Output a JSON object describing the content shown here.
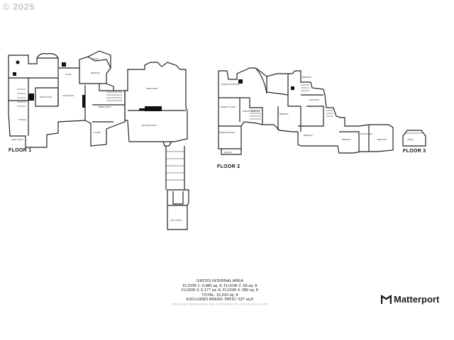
{
  "watermark": "© 2025",
  "floors": {
    "floor1": "FLOOR 1",
    "floor2": "FLOOR 2",
    "floor3": "FLOOR 3"
  },
  "rooms": {
    "office": "OFFICE",
    "bedroom": "BEDROOM",
    "foyer": "FOYER",
    "dining_room": "DINING ROOM",
    "living_room": "LIVING ROOM",
    "kitchen": "KITCHEN",
    "family_room": "FAMILY ROOM",
    "garden_room": "GARDEN ROOM",
    "lounge": "LOUNGE",
    "great_room": "GREAT ROOM",
    "billiards_room": "BILLIARDS ROOM",
    "pool_house": "POOL HOUSE",
    "primary_bathroom": "PRIMARY BATHROOM",
    "primary_closet": "PRIMARY CLOSET",
    "primary_bedroom": "PRIMARY BEDROOM",
    "primary_retreat": "PRIMARY RETREAT",
    "balcony": "BALCONY",
    "bathroom": "BATHROOM",
    "bonus_room": "BONUS ROOM"
  },
  "summary": {
    "title": "GROSS INTERNAL AREA",
    "line1": "FLOOR 1: 9,485 sq. ft, FLOOR 2: 68 sq. ft",
    "line2": "FLOOR 3: 6,177 sq. ft, FLOOR 4: 280 sq. ft",
    "total": "TOTAL: 16,010 sq. ft",
    "excluded": "EXCLUDED AREAS: PATIO: 537 sq.ft",
    "note": "SIZES AND DIMENSIONS ARE APPROXIMATE, ACTUAL MAY VARY."
  },
  "brand": {
    "name": "Matterport",
    "logo_icon": "matterport-logo-icon"
  }
}
